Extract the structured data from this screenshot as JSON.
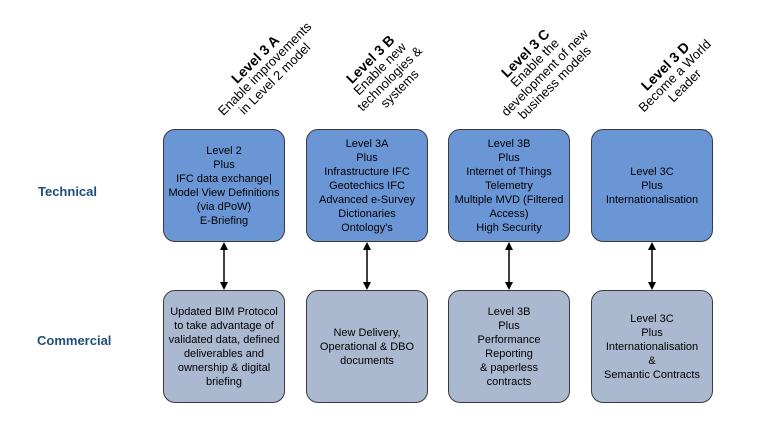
{
  "headers": [
    {
      "level": "Level 3 A",
      "lines": [
        "Enable improvements",
        "in Level 2 model"
      ]
    },
    {
      "level": "Level 3 B",
      "lines": [
        "Enable new",
        "technologies &",
        "systems"
      ]
    },
    {
      "level": "Level 3 C",
      "lines": [
        "Enable the",
        "development of new",
        "business models"
      ]
    },
    {
      "level": "Level 3 D",
      "lines": [
        "Become a World",
        "Leader"
      ]
    }
  ],
  "rows": {
    "technical": "Technical",
    "commercial": "Commercial"
  },
  "technical_boxes": [
    {
      "lines": [
        "Level 2",
        "Plus",
        "IFC data exchange|",
        "Model View Definitions",
        "(via dPoW)",
        "E-Briefing"
      ]
    },
    {
      "lines": [
        "Level 3A",
        "Plus",
        "Infrastructure IFC",
        "Geotechics IFC",
        "Advanced e-Survey",
        "Dictionaries",
        "Ontology's"
      ]
    },
    {
      "lines": [
        "Level 3B",
        "Plus",
        "Internet of Things",
        "Telemetry",
        "Multiple MVD (Filtered",
        "Access)",
        "High Security"
      ]
    },
    {
      "lines": [
        "Level 3C",
        "Plus",
        "Internationalisation"
      ]
    }
  ],
  "commercial_boxes": [
    {
      "lines": [
        "Updated BIM Protocol",
        "to take advantage of",
        "validated data, defined",
        "deliverables and",
        "ownership & digital",
        "briefing"
      ]
    },
    {
      "lines": [
        "New Delivery,",
        "Operational & DBO",
        "documents"
      ]
    },
    {
      "lines": [
        "Level 3B",
        "Plus",
        "Performance",
        "Reporting",
        "& paperless",
        "contracts"
      ]
    },
    {
      "lines": [
        "Level 3C",
        "Plus",
        "Internationalisation",
        "&",
        "Semantic Contracts"
      ]
    }
  ]
}
